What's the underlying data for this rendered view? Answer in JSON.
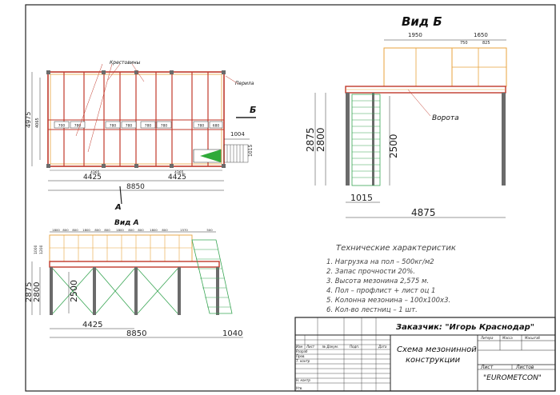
{
  "plan": {
    "label_krestoviny": "Крестовины",
    "label_perila": "Перила",
    "section_letter_b": "Б",
    "section_letter_a": "А",
    "dim_total_height": "4975",
    "dim_inner_height": "4065",
    "dim_left_span": "4425",
    "dim_right_span": "4425",
    "dim_total_width": "8850",
    "dim_stair_width": "1004",
    "dim_stair_depth": "1015",
    "dim_sub_left": "4365",
    "dim_sub_right": "4365",
    "cell_dims": [
      "700",
      "780",
      "780",
      "780",
      "780",
      "780",
      "780",
      "680"
    ]
  },
  "view_b": {
    "title": "Вид Б",
    "dim_top_1950": "1950",
    "dim_top_1650": "1650",
    "dim_top_750": "750",
    "dim_top_825": "825",
    "dim_2875": "2875",
    "dim_2800": "2800",
    "dim_2500": "2500",
    "dim_1015": "1015",
    "dim_4875": "4875",
    "label_vorota": "Ворота"
  },
  "view_a": {
    "title": "Вид А",
    "top_dims": [
      "1800",
      "800",
      "800",
      "1800",
      "800",
      "800",
      "1800",
      "800",
      "800",
      "1800",
      "800",
      "1570",
      "500"
    ],
    "dim_1000": "1000",
    "dim_1200": "1200",
    "dim_2875": "2875",
    "dim_2800": "2800",
    "dim_2500": "2500",
    "dim_4425": "4425",
    "dim_8850": "8850",
    "dim_1040": "1040"
  },
  "specs": {
    "heading": "Технические характеристик",
    "items": [
      "1.  Нагрузка на пол – 500кг/м2",
      "2.  Запас прочности 20%.",
      "3.  Высота мезонина 2,575 м.",
      "4.  Пол – профлист + лист оц 1",
      "5.  Колонна мезонина – 100х100х3.",
      "6.  Кол-во лестниц – 1 шт."
    ]
  },
  "title_block": {
    "customer": "Заказчик: \"Игорь Краснодар\"",
    "drawing_name_1": "Схема мезонинной",
    "drawing_name_2": "конструкции",
    "company": "\"EUROMETCON\"",
    "col_izm": "Изм",
    "col_list": "Лист",
    "col_doc": "№ Докум.",
    "col_sign": "Подп.",
    "col_date": "Дата",
    "row_razrab": "Разраб",
    "row_prov": "Пров.",
    "row_tkontr": "Т. контр",
    "row_nkontr": "Н. контр",
    "row_utv": "Утв.",
    "litera": "Литера",
    "massa": "Масса",
    "masshtab": "Масштаб",
    "list": "Лист",
    "listov": "Листов"
  },
  "colors": {
    "frame": "#222222",
    "beam_red": "#c0392b",
    "beam_orange": "#e8a33d",
    "brace_green": "#3aa655",
    "column_gray": "#6b6b6b",
    "dim_line": "#333333"
  }
}
